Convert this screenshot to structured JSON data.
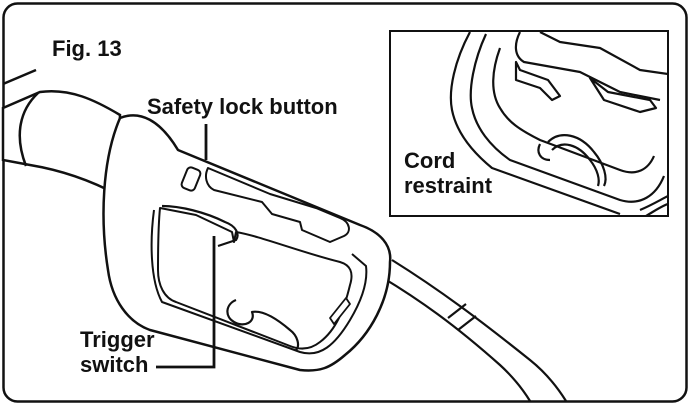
{
  "figure": {
    "title": "Fig. 13",
    "labels": {
      "safety_lock": "Safety lock button",
      "trigger_line1": "Trigger",
      "trigger_line2": "switch",
      "cord_line1": "Cord",
      "cord_line2": "restraint"
    }
  }
}
